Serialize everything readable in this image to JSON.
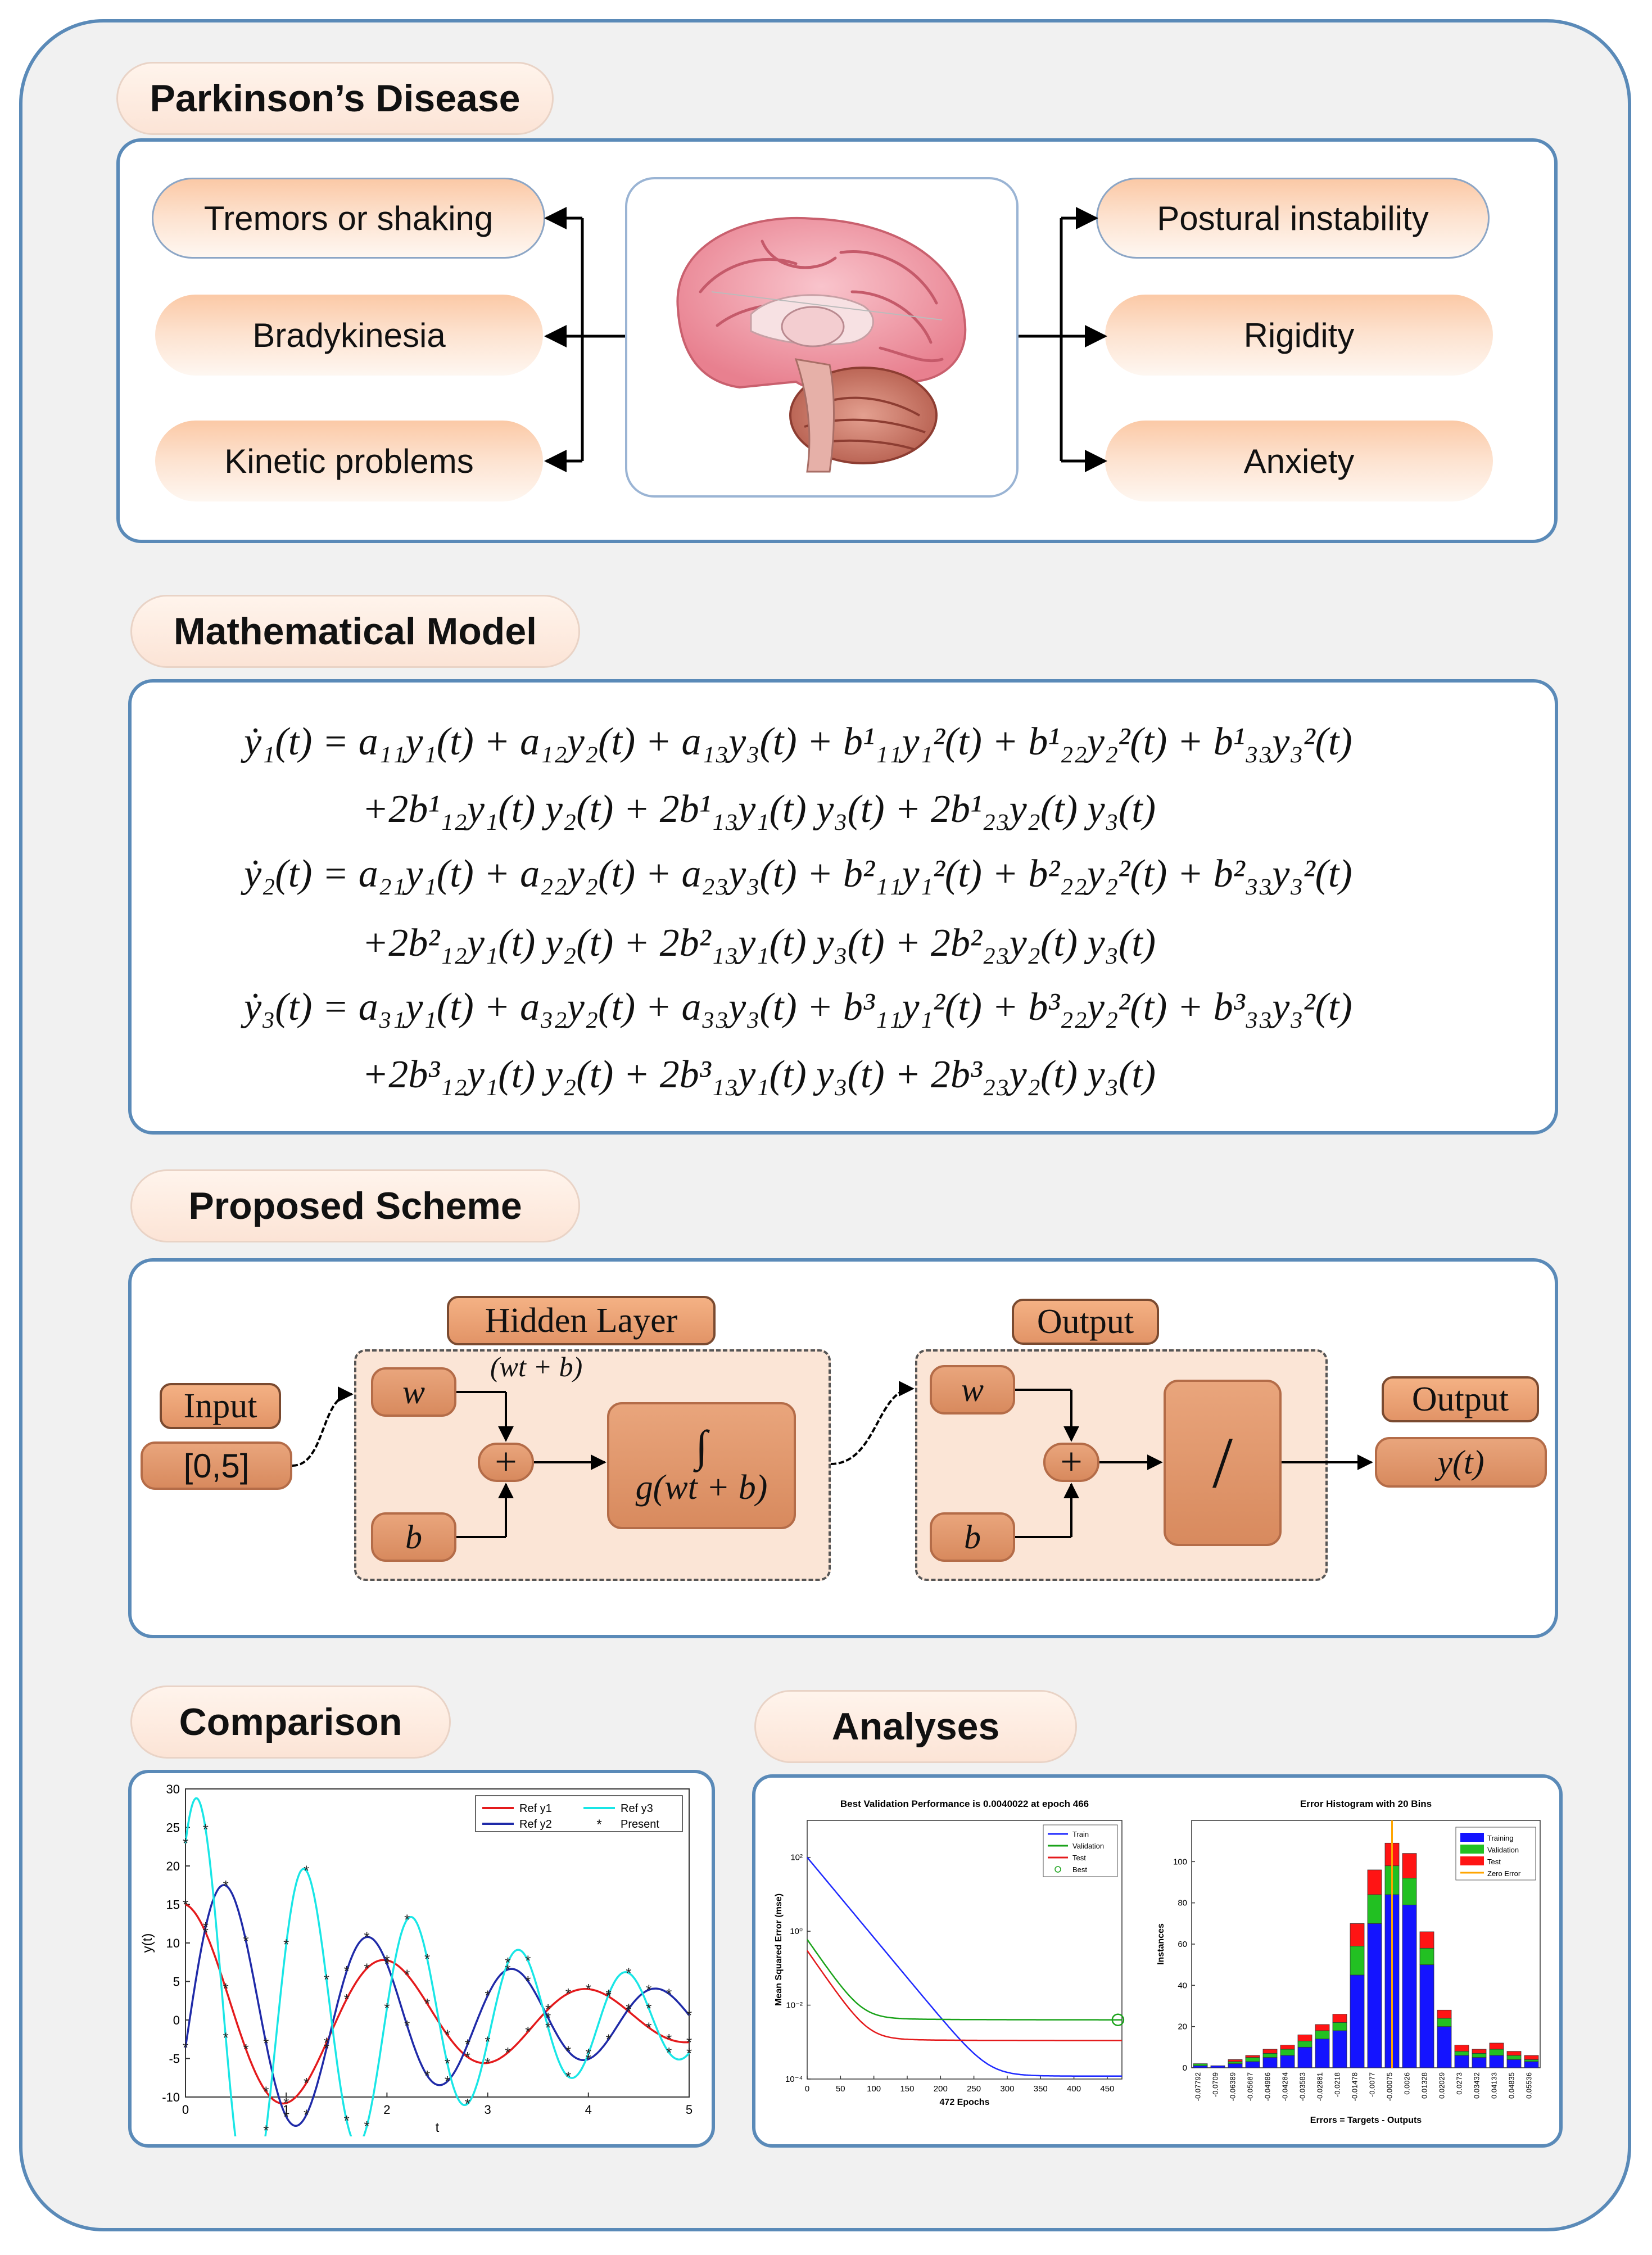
{
  "sections": {
    "parkinsons": "Parkinson’s Disease",
    "model": "Mathematical Model",
    "scheme": "Proposed Scheme",
    "comparison": "Comparison",
    "analyses": "Analyses"
  },
  "symptoms": {
    "left": [
      "Tremors or shaking",
      "Bradykinesia",
      "Kinetic problems"
    ],
    "right": [
      "Postural instability",
      "Rigidity",
      "Anxiety"
    ]
  },
  "equations": [
    "ẏ₁(t) = a₁₁y₁(t) + a₁₂y₂(t) + a₁₃y₃(t) + b¹₁₁y₁²(t) + b¹₂₂y₂²(t) + b¹₃₃y₃²(t)",
    "+2b¹₁₂y₁(t) y₂(t) + 2b¹₁₃y₁(t) y₃(t) + 2b¹₂₃y₂(t) y₃(t)",
    "ẏ₂(t) = a₂₁y₁(t) + a₂₂y₂(t) + a₂₃y₃(t) + b²₁₁y₁²(t) + b²₂₂y₂²(t) + b²₃₃y₃²(t)",
    "+2b²₁₂y₁(t) y₂(t) + 2b²₁₃y₁(t) y₃(t) + 2b²₂₃y₂(t) y₃(t)",
    "ẏ₃(t) = a₃₁y₁(t) + a₃₂y₂(t) + a₃₃y₃(t) + b³₁₁y₁²(t) + b³₂₂y₂²(t) + b³₃₃y₃²(t)",
    "+2b³₁₂y₁(t) y₂(t) + 2b³₁₃y₁(t) y₃(t) + 2b³₂₃y₂(t) y₃(t)"
  ],
  "scheme": {
    "input_label": "Input",
    "input_value": "[0,5]",
    "hidden_label": "Hidden Layer",
    "output_layer_label": "Output",
    "output_label": "Output",
    "w": "w",
    "b": "b",
    "wtb": "(wt + b)",
    "activation": "g(wt + b)",
    "integral": "∫",
    "sum": "+",
    "linear": "/",
    "y_out": "y(t)"
  },
  "chart_data": [
    {
      "type": "line",
      "xlabel": "t",
      "ylabel": "y(t)",
      "xlim": [
        0,
        5
      ],
      "ylim": [
        -10,
        30
      ],
      "xticks": [
        "0",
        "1",
        "2",
        "3",
        "4",
        "5"
      ],
      "yticks": [
        "-10",
        "-5",
        "0",
        "5",
        "10",
        "15",
        "20",
        "25",
        "30"
      ],
      "legend_position": "top-right",
      "series": [
        {
          "name": "Ref y1",
          "color": "#e41a1c",
          "model": {
            "c": 0,
            "A": 15,
            "damp": 0.33,
            "omega": 3.14,
            "phase": 0
          }
        },
        {
          "name": "Ref y2",
          "color": "#1f2aa8",
          "model": {
            "c": 0,
            "A": 20,
            "damp": 0.34,
            "omega": 4.4,
            "phase": -1.75
          }
        },
        {
          "name": "Ref y3",
          "color": "#19e6e6",
          "model": {
            "c": 0,
            "A": 30,
            "damp": 0.36,
            "omega": 5.9,
            "phase": -0.7
          }
        },
        {
          "name": "Present",
          "marker": "*",
          "color": "#222222"
        }
      ]
    },
    {
      "type": "line",
      "title": "Best Validation Performance is 0.0040022 at epoch 466",
      "xlabel": "472 Epochs",
      "ylabel": "Mean Squared Error  (mse)",
      "xlim": [
        0,
        472
      ],
      "yscale": "log",
      "ylim": [
        0.0001,
        1000
      ],
      "xticks": [
        "0",
        "50",
        "100",
        "150",
        "200",
        "250",
        "300",
        "350",
        "400",
        "450"
      ],
      "yticks": [
        "10⁻⁴",
        "10⁻²",
        "10⁰",
        "10²"
      ],
      "legend_position": "top-right",
      "series": [
        {
          "name": "Train",
          "color": "#1f2aff",
          "model": {
            "start": 100,
            "plateau": 0.00012,
            "rate": 0.05
          }
        },
        {
          "name": "Validation",
          "color": "#1aa31a",
          "model": {
            "start": 0.6,
            "plateau": 0.0040022,
            "rate": 0.06
          }
        },
        {
          "name": "Test",
          "color": "#e41a1c",
          "model": {
            "start": 0.3,
            "plateau": 0.0011,
            "rate": 0.06
          }
        },
        {
          "name": "Best",
          "color": "#1aa31a",
          "point": {
            "x": 466,
            "y": 0.0040022
          }
        }
      ]
    },
    {
      "type": "bar",
      "title": "Error Histogram with 20 Bins",
      "xlabel": "Errors = Targets - Outputs",
      "ylabel": "Instances",
      "ylim": [
        0,
        120
      ],
      "yticks": [
        "0",
        "20",
        "40",
        "60",
        "80",
        "100"
      ],
      "legend_position": "top-right",
      "categories": [
        "-0.07792",
        "-0.0709",
        "-0.06389",
        "-0.05687",
        "-0.04986",
        "-0.04284",
        "-0.03583",
        "-0.02881",
        "-0.0218",
        "-0.01478",
        "-0.0077",
        "-0.00075",
        "0.0026",
        "0.01328",
        "0.02029",
        "0.0273",
        "0.03432",
        "0.04133",
        "0.04835",
        "0.05536"
      ],
      "series": [
        {
          "name": "Training",
          "color": "#1414ff",
          "values": [
            1,
            1,
            2,
            3,
            5,
            6,
            10,
            14,
            18,
            45,
            70,
            84,
            79,
            50,
            20,
            6,
            5,
            6,
            4,
            3
          ]
        },
        {
          "name": "Validation",
          "color": "#22c022",
          "values": [
            1,
            0,
            1,
            2,
            2,
            3,
            3,
            4,
            4,
            14,
            14,
            14,
            13,
            8,
            4,
            2,
            2,
            3,
            2,
            1
          ]
        },
        {
          "name": "Test",
          "color": "#ff1414",
          "values": [
            0,
            0,
            1,
            1,
            2,
            2,
            3,
            3,
            4,
            11,
            12,
            11,
            12,
            8,
            4,
            3,
            2,
            3,
            2,
            2
          ]
        },
        {
          "name": "Zero Error",
          "color": "#ffa500",
          "zero_bin": 11
        }
      ]
    }
  ]
}
